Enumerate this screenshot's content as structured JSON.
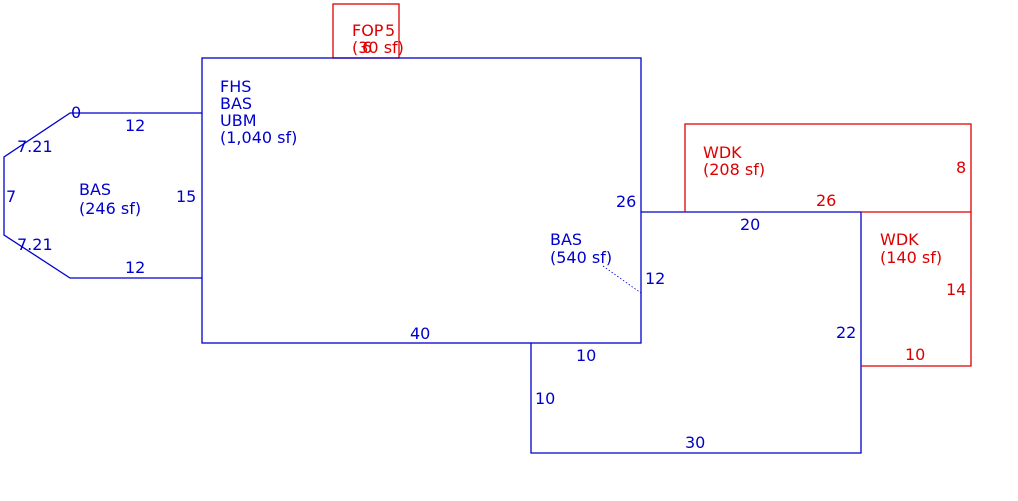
{
  "colors": {
    "living": "#0000cc",
    "deck": "#dd0000",
    "background": "#ffffff"
  },
  "areas": {
    "main": {
      "codes": [
        "FHS",
        "BAS",
        "UBM"
      ],
      "area": "(1,040 sf)"
    },
    "left": {
      "code": "BAS",
      "area": "(246 sf)"
    },
    "right": {
      "code": "BAS",
      "area": "(540 sf)"
    },
    "porch": {
      "code": "FOP",
      "area": "(30 sf)",
      "dim": "5",
      "dim2": "6"
    },
    "deck1": {
      "code": "WDK",
      "area": "(208 sf)"
    },
    "deck2": {
      "code": "WDK",
      "area": "(140 sf)"
    }
  },
  "dimensions": {
    "left_top_label": "0",
    "left_top": "12",
    "left_diag_upper": "7.21",
    "left_side": "7",
    "left_diag_lower": "7.21",
    "left_bottom": "12",
    "left_inner": "15",
    "main_bottom": "40",
    "main_right": "26",
    "right_top": "20",
    "right_notch_side": "12",
    "right_notch_bottom": "10",
    "right_left_side": "10",
    "right_bottom": "30",
    "right_right_side": "22",
    "deck1_right": "8",
    "deck1_bottom": "26",
    "deck2_right": "14",
    "deck2_bottom": "10"
  }
}
